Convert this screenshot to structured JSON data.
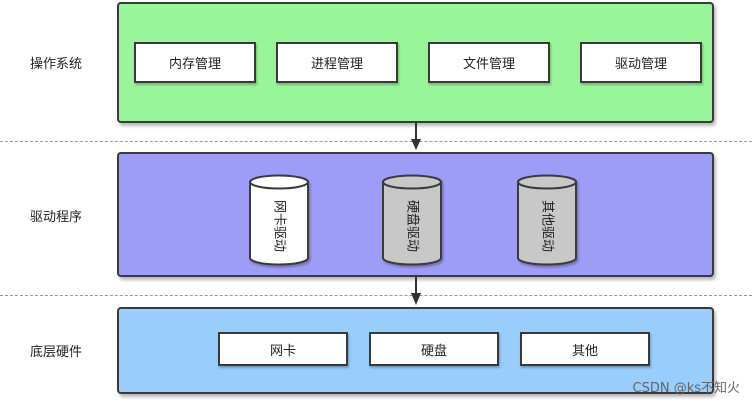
{
  "layers": {
    "os": {
      "label": "操作系统",
      "color": "#99f599",
      "modules": [
        "内存管理",
        "进程管理",
        "文件管理",
        "驱动管理"
      ]
    },
    "drivers": {
      "label": "驱动程序",
      "color": "#9d9df7",
      "cylinders": [
        {
          "text": "网卡驱动",
          "fill": "#ffffff"
        },
        {
          "text": "硬盘驱动",
          "fill": "#c8c8c8"
        },
        {
          "text": "其他驱动",
          "fill": "#c8c8c8"
        }
      ]
    },
    "hardware": {
      "label": "底层硬件",
      "color": "#99cdfb",
      "modules": [
        "网卡",
        "硬盘",
        "其他"
      ]
    }
  },
  "watermark": "CSDN @ks不知火"
}
